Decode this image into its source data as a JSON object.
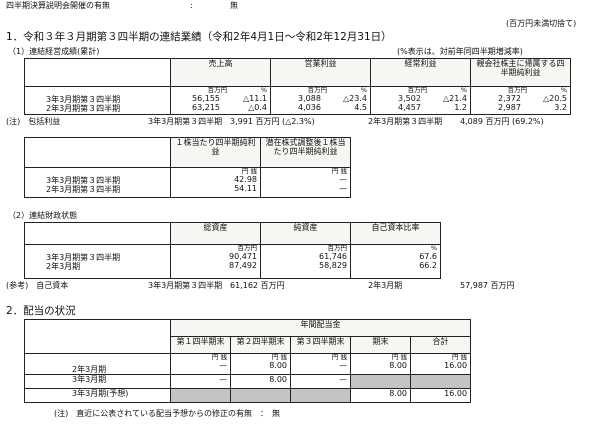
{
  "header": {
    "meeting_label": "四半期決算説明会開催の有無",
    "meeting_sep": ":",
    "meeting_value": "無",
    "units_note": "(百万円未満切捨て)"
  },
  "section1": {
    "title": "1．令和３年３月期第３四半期の連結業績（令和2年4月1日～令和2年12月31日）",
    "sub1": "（1）連結経営成績(累計)",
    "sub1_note": "(%表示は、対前年同四半期増減率)",
    "table1": {
      "headers": [
        "売上高",
        "営業利益",
        "経常利益",
        "親会社株主に帰属する四半期純利益"
      ],
      "unit_main": "百万円",
      "unit_pct": "%",
      "rows": [
        {
          "label": "3年3月期第３四半期",
          "cells": [
            [
              "56,155",
              "△11.1"
            ],
            [
              "3,088",
              "△23.4"
            ],
            [
              "3,502",
              "△21.4"
            ],
            [
              "2,372",
              "△20.5"
            ]
          ]
        },
        {
          "label": "2年3月期第３四半期",
          "cells": [
            [
              "63,215",
              "△0.4"
            ],
            [
              "4,036",
              "4.5"
            ],
            [
              "4,457",
              "1.2"
            ],
            [
              "2,987",
              "3.2"
            ]
          ]
        }
      ]
    },
    "note1": {
      "prefix": "(注)　包括利益",
      "cur_label": "3年3月期第３四半期",
      "cur_value": "3,991 百万円 (△2.3%)",
      "prev_label": "2年3月期第３四半期",
      "prev_value": "4,089 百万円 (69.2%)"
    },
    "table2": {
      "headers": [
        "１株当たり四半期純利益",
        "潜在株式調整後１株当たり四半期純利益"
      ],
      "unit": "円 銭",
      "rows": [
        {
          "label": "3年3月期第３四半期",
          "cells": [
            "42.98",
            "—"
          ]
        },
        {
          "label": "2年3月期第３四半期",
          "cells": [
            "54.11",
            "—"
          ]
        }
      ]
    },
    "sub2": "（2）連結財政状態",
    "table3": {
      "headers": [
        "総資産",
        "純資産",
        "自己資本比率"
      ],
      "units": [
        "百万円",
        "百万円",
        "%"
      ],
      "rows": [
        {
          "label": "3年3月期第３四半期",
          "cells": [
            "90,471",
            "61,746",
            "67.6"
          ]
        },
        {
          "label": "2年3月期",
          "cells": [
            "87,492",
            "58,829",
            "66.2"
          ]
        }
      ]
    },
    "note2": {
      "prefix": "(参考)　自己資本",
      "cur_label": "3年3月期第３四半期",
      "cur_value": "61,162 百万円",
      "prev_label": "2年3月期",
      "prev_value": "57,987 百万円"
    }
  },
  "section2": {
    "title": "2．配当の状況",
    "group_header": "年間配当金",
    "headers": [
      "第１四半期末",
      "第２四半期末",
      "第３四半期末",
      "期末",
      "合計"
    ],
    "unit": "円 銭",
    "rows": [
      {
        "label": "2年3月期",
        "cells": [
          "—",
          "8.00",
          "—",
          "8.00",
          "16.00"
        ]
      },
      {
        "label": "3年3月期",
        "cells": [
          "—",
          "8.00",
          "—",
          "",
          ""
        ]
      },
      {
        "label": "3年3月期(予想)",
        "cells": [
          "",
          "",
          "",
          "8.00",
          "16.00"
        ]
      }
    ],
    "note": "(注)　直近に公表されている配当予想からの修正の有無　：　無"
  }
}
